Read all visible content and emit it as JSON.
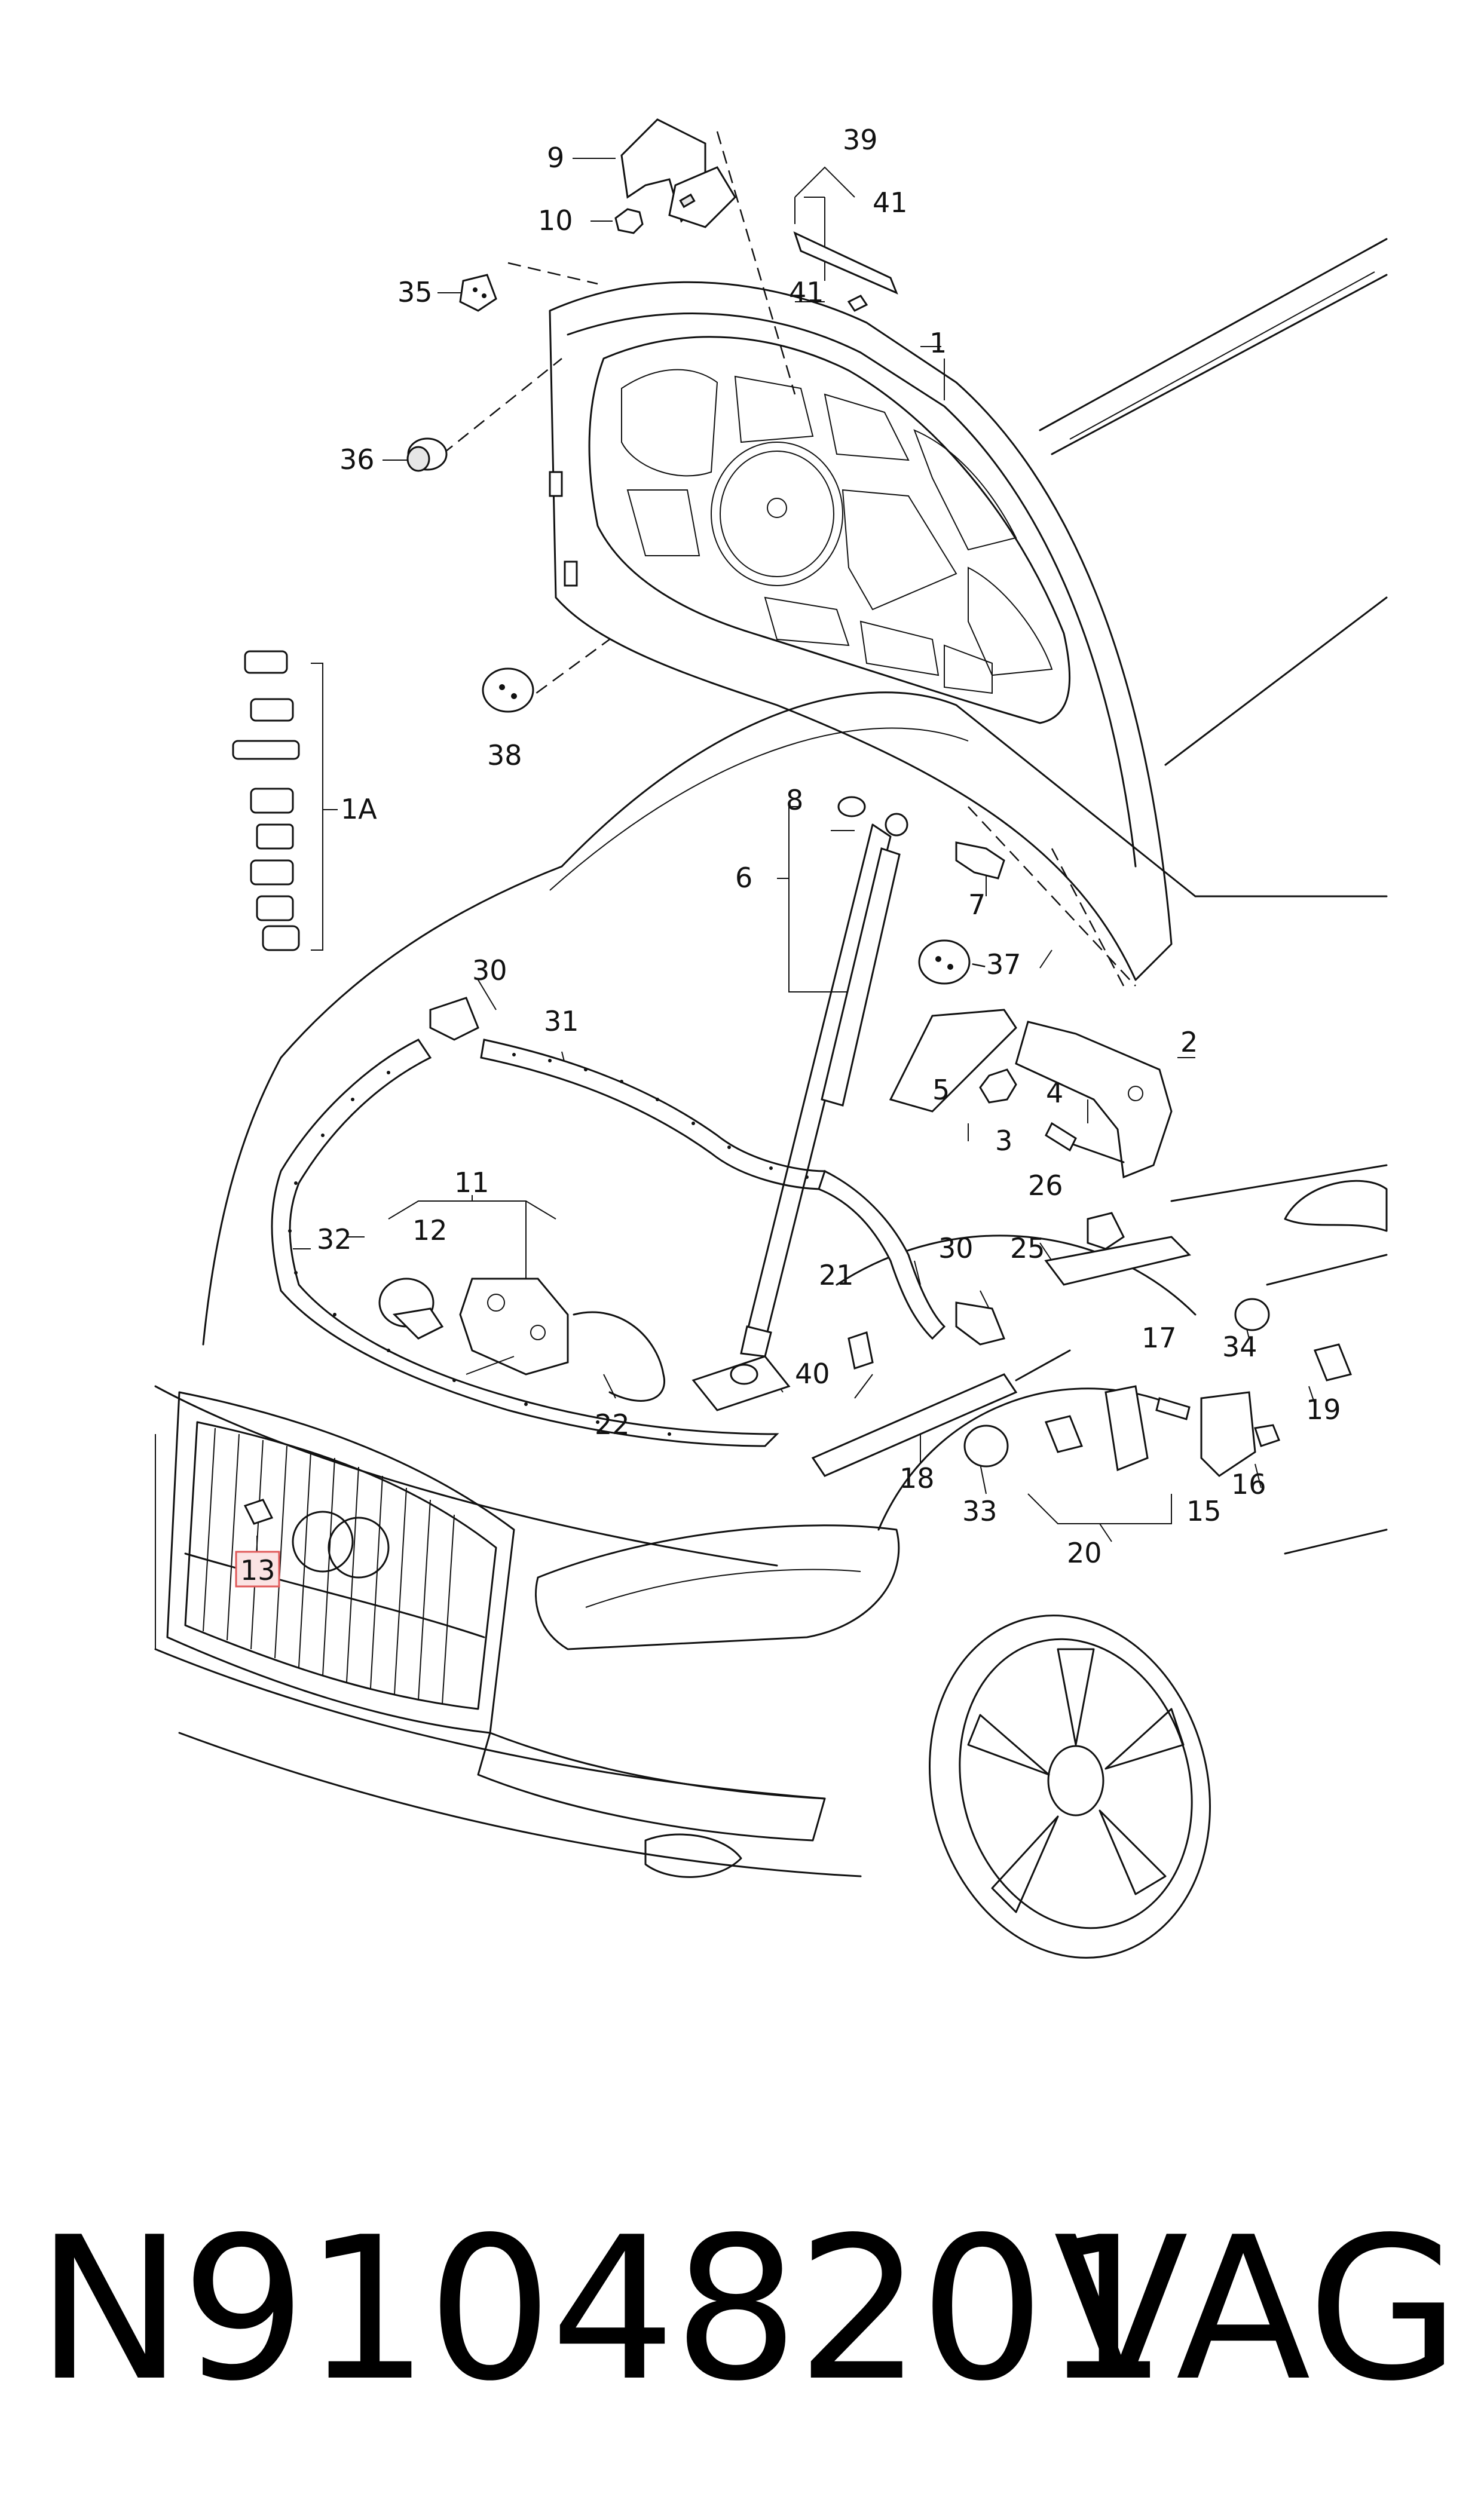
{
  "diagram": {
    "callouts": [
      {
        "label": "9"
      },
      {
        "label": "10"
      },
      {
        "label": "35"
      },
      {
        "label": "36"
      },
      {
        "label": "39"
      },
      {
        "label": "41"
      },
      {
        "label": "41"
      },
      {
        "label": "1"
      },
      {
        "label": "38"
      },
      {
        "label": "1A"
      },
      {
        "label": "8"
      },
      {
        "label": "6"
      },
      {
        "label": "7"
      },
      {
        "label": "37"
      },
      {
        "label": "30"
      },
      {
        "label": "31"
      },
      {
        "label": "2"
      },
      {
        "label": "5"
      },
      {
        "label": "4"
      },
      {
        "label": "3"
      },
      {
        "label": "32"
      },
      {
        "label": "11"
      },
      {
        "label": "12"
      },
      {
        "label": "26"
      },
      {
        "label": "25"
      },
      {
        "label": "30"
      },
      {
        "label": "21"
      },
      {
        "label": "17"
      },
      {
        "label": "34"
      },
      {
        "label": "40"
      },
      {
        "label": "22"
      },
      {
        "label": "19"
      },
      {
        "label": "18"
      },
      {
        "label": "33"
      },
      {
        "label": "16"
      },
      {
        "label": "15"
      },
      {
        "label": "20"
      },
      {
        "label": "13"
      }
    ]
  },
  "footer": {
    "part_number": "N91048201",
    "brand": "VAG"
  },
  "colors": {
    "line": "#111111",
    "highlight_box": "#e05a5a",
    "highlight_fill": "#fbe3e3"
  }
}
